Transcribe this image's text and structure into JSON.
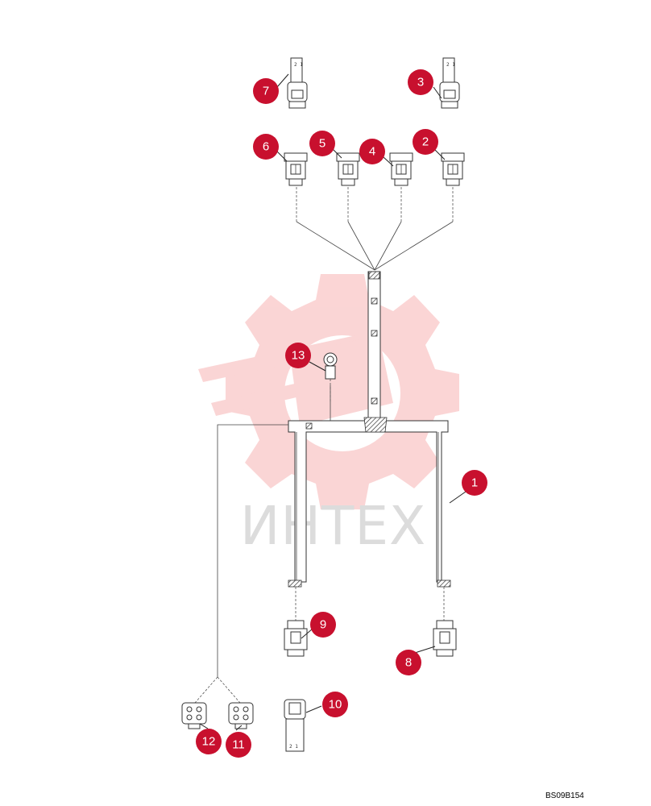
{
  "watermark": {
    "text": "ИНТЕХ",
    "color": "#f7b3b3"
  },
  "diagram_code": "BS09B154",
  "callout_color": "#c8102e",
  "callouts": [
    {
      "id": "1",
      "label": "1"
    },
    {
      "id": "2",
      "label": "2"
    },
    {
      "id": "3",
      "label": "3"
    },
    {
      "id": "4",
      "label": "4"
    },
    {
      "id": "5",
      "label": "5"
    },
    {
      "id": "6",
      "label": "6"
    },
    {
      "id": "7",
      "label": "7"
    },
    {
      "id": "8",
      "label": "8"
    },
    {
      "id": "9",
      "label": "9"
    },
    {
      "id": "10",
      "label": "10"
    },
    {
      "id": "11",
      "label": "11"
    },
    {
      "id": "12",
      "label": "12"
    },
    {
      "id": "13",
      "label": "13"
    }
  ],
  "connector_pin_labels": {
    "c7": "2 1",
    "c3": "2 1",
    "c10": "2 1"
  }
}
